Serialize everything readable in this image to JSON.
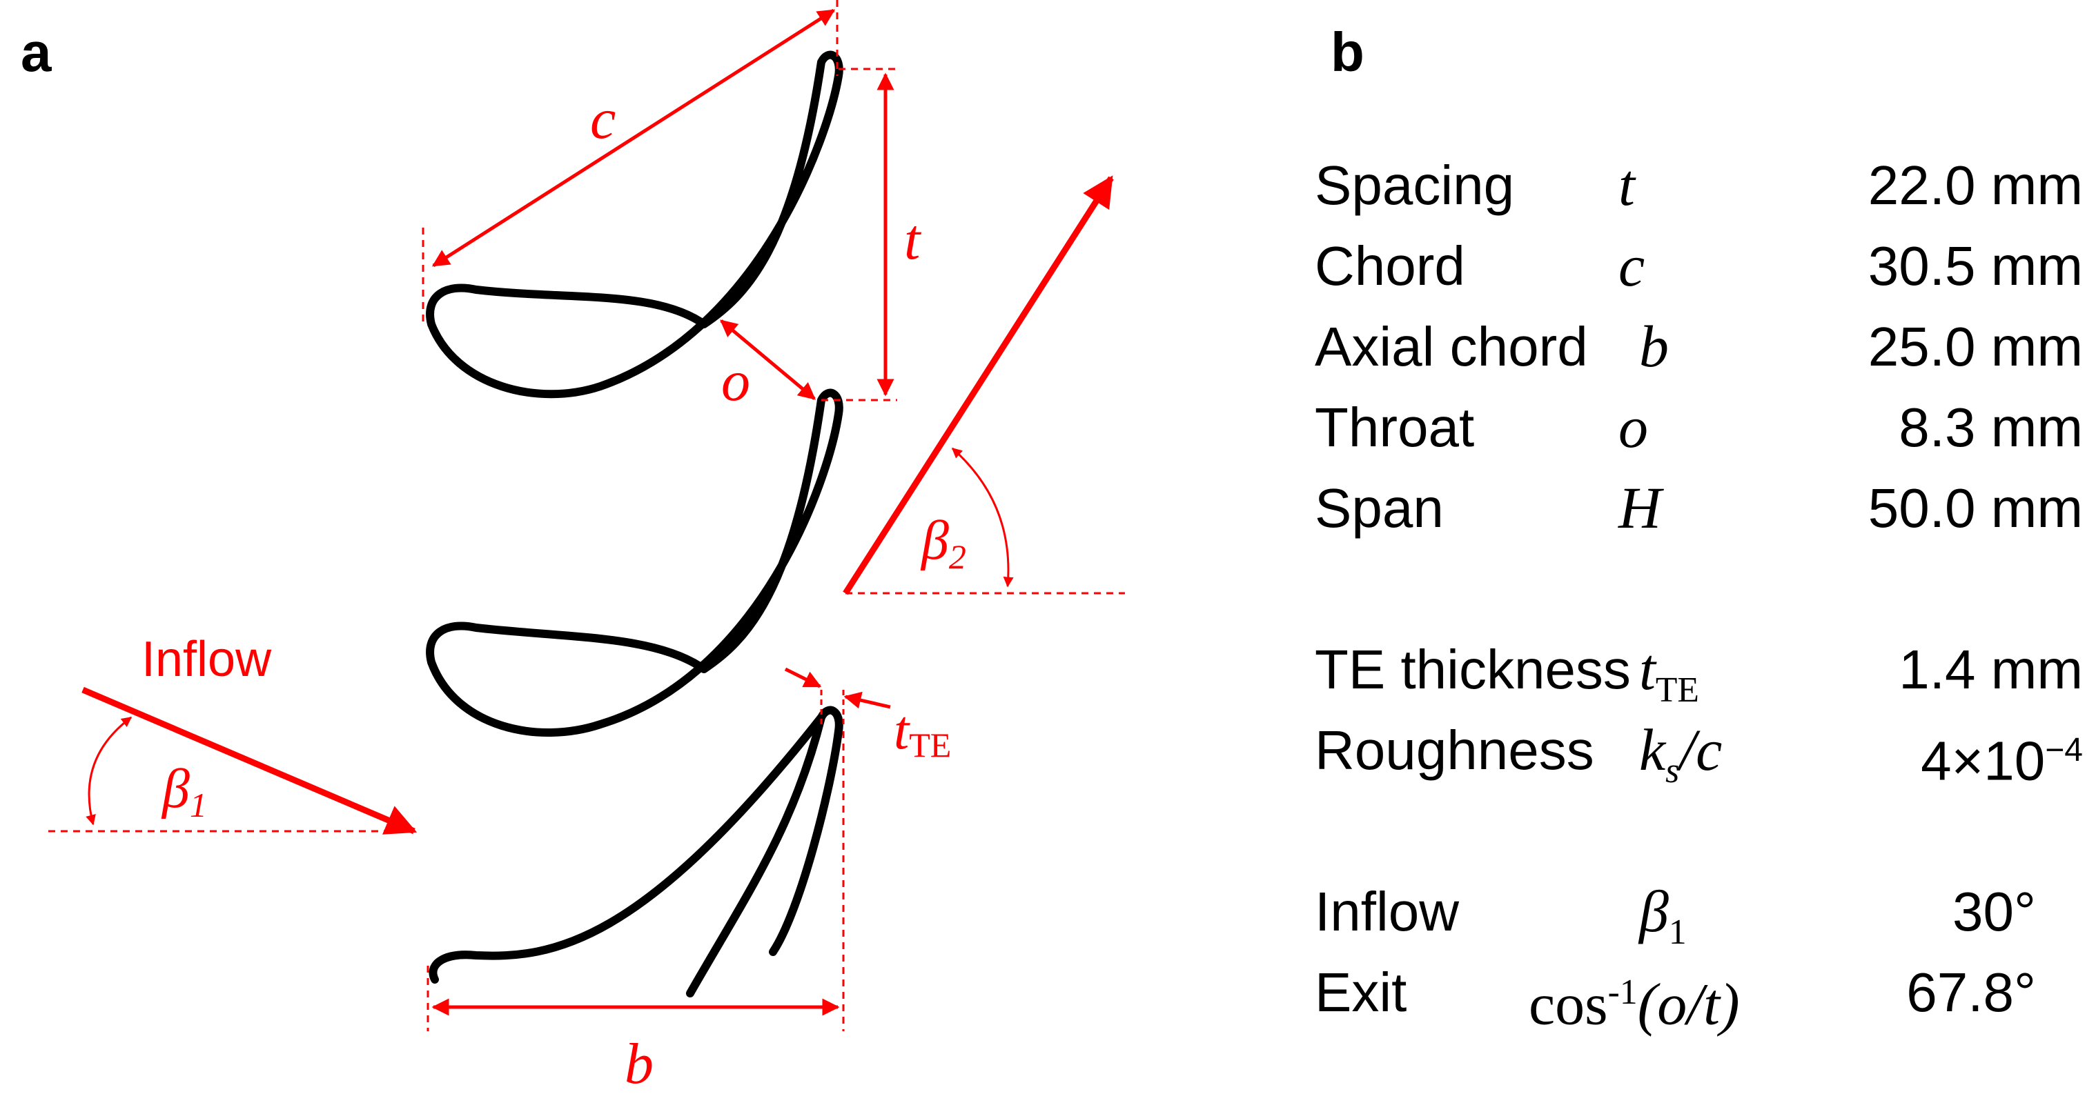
{
  "panel_a": {
    "label": "a",
    "labels": {
      "c": "c",
      "t": "t",
      "o": "o",
      "b": "b",
      "inflow": "Inflow",
      "beta1": "β",
      "beta1_sub": "1",
      "beta2": "β",
      "beta2_sub": "2",
      "tte": "t",
      "tte_sub": "TE"
    }
  },
  "panel_b": {
    "label": "b",
    "rows": [
      {
        "name": "Spacing",
        "symbol": "t",
        "value": "22.0 mm"
      },
      {
        "name": "Chord",
        "symbol": "c",
        "value": "30.5 mm"
      },
      {
        "name": "Axial chord",
        "symbol": "b",
        "value": "25.0 mm"
      },
      {
        "name": "Throat",
        "symbol": "o",
        "value": "8.3 mm"
      },
      {
        "name": "Span",
        "symbol": "H",
        "value": "50.0 mm"
      },
      {
        "name": "TE thickness",
        "symbol": "t",
        "symbol_sub": "TE",
        "value": "1.4 mm"
      },
      {
        "name": "Roughness",
        "symbol": "k",
        "symbol_sub": "s",
        "symbol_tail": "/c",
        "value": "4×10",
        "value_sup": "−4"
      },
      {
        "name": "Inflow",
        "symbol": "β",
        "symbol_sub": "1",
        "value": "30°"
      },
      {
        "name": "Exit",
        "symbol": "cos",
        "symbol_sup": "-1",
        "symbol_tail": "(o/t)",
        "value": "67.8°"
      }
    ]
  },
  "colors": {
    "annotation": "#ff0000",
    "blade": "#000000"
  }
}
